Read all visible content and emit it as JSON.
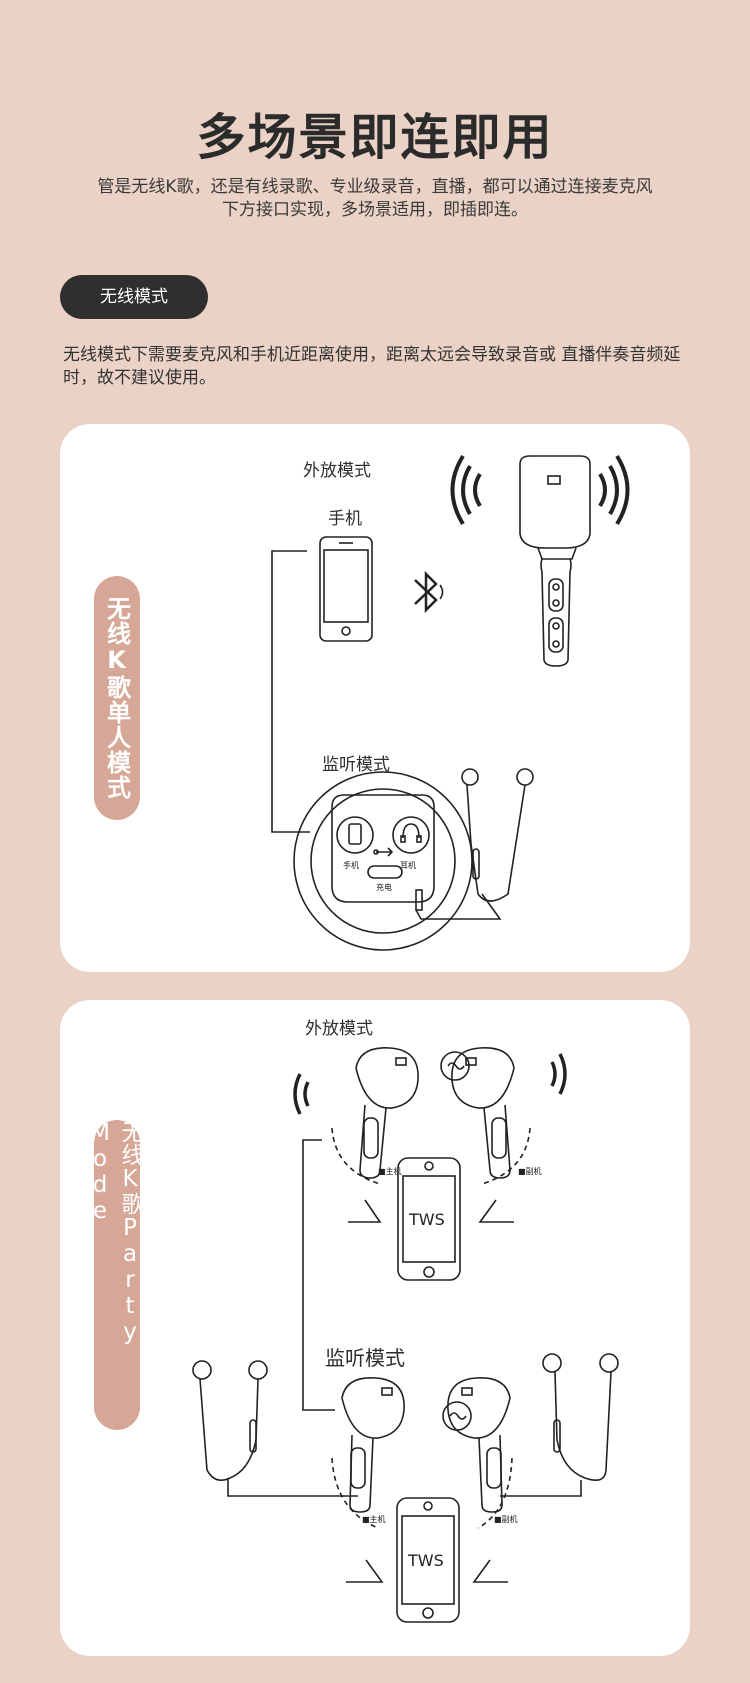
{
  "header": {
    "title": "多场景即连即用",
    "intro": "管是无线K歌，还是有线录歌、专业级录音，直播，都可以通过连接麦克风下方接口实现，多场景适用，即插即连。"
  },
  "section": {
    "pill": "无线模式",
    "description": "无线模式下需要麦克风和手机近距离使用，距离太远会导致录音或 直播伴奏音频延时，故不建议使用。"
  },
  "card1": {
    "tag": "无线K歌单人模式",
    "speaker_mode": "外放模式",
    "phone": "手机",
    "monitor_mode": "监听模式",
    "port_phone": "手机",
    "port_earphone": "耳机",
    "port_charge": "充电"
  },
  "card2": {
    "tag": "无线K歌Party Mode",
    "speaker_mode": "外放模式",
    "monitor_mode": "监听模式",
    "tws_top": "TWS",
    "tws_bottom": "TWS",
    "main_label_top": "■主机",
    "sub_label_top": "■副机",
    "main_label_bottom": "■主机",
    "sub_label_bottom": "■副机"
  }
}
